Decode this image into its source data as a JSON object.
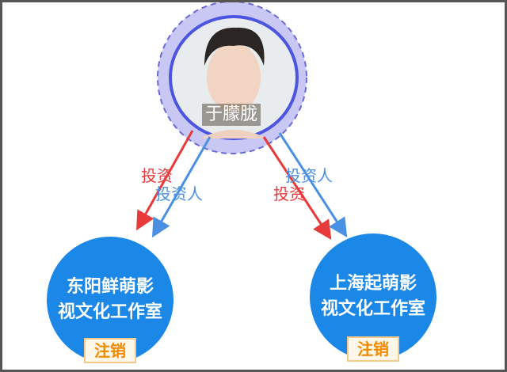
{
  "person": {
    "name": "于朦胧",
    "icon": "person-photo"
  },
  "edges": [
    {
      "label": "投资",
      "color": "#e83a3a"
    },
    {
      "label": "投资人",
      "color": "#4a90e2"
    },
    {
      "label": "投资人",
      "color": "#4a90e2"
    },
    {
      "label": "投资",
      "color": "#e83a3a"
    }
  ],
  "companies": [
    {
      "line1": "东阳鲜萌影",
      "line2": "视文化工作室",
      "status": "注销"
    },
    {
      "line1": "上海起萌影",
      "line2": "视文化工作室",
      "status": "注销"
    }
  ]
}
